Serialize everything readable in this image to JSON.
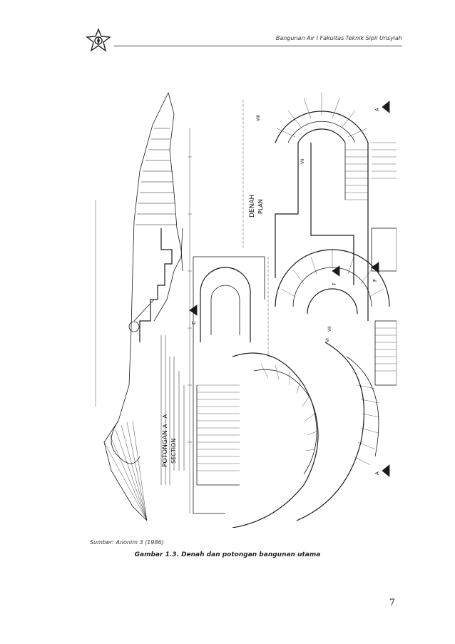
{
  "header": {
    "running_title": "Bangunan Air I Fakultas Teknik Sipil Unsyiah"
  },
  "figure": {
    "drawing_labels": {
      "section_title": "POTONGAN",
      "section_subtitle": "SECTION",
      "section_ref": "A - A",
      "plan_title": "DENAH",
      "plan_subtitle": "PLAN",
      "marker_a": "A",
      "marker_c": "C",
      "marker_f": "F",
      "marker_vii": "VII",
      "marker_viii": "VIII",
      "marker_vi": "VI"
    },
    "source": "Sumber: Anonim 3 (1986)",
    "caption": "Gambar 1.3. Denah dan potongan bangunan utama"
  },
  "footer": {
    "page_number": "7"
  }
}
